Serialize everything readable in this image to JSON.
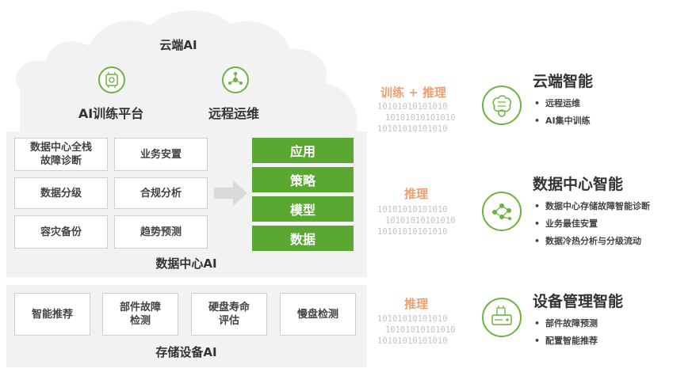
{
  "cloud": {
    "title": "云端AI",
    "items": [
      {
        "label": "AI训练平台",
        "icon": "ai-chip-icon"
      },
      {
        "label": "远程运维",
        "icon": "network-nodes-icon"
      }
    ]
  },
  "datacenter_ai": {
    "title": "数据中心AI",
    "boxes": [
      "数据中心全栈\n故障诊断",
      "业务安置",
      "数据分级",
      "合规分析",
      "容灾备份",
      "趋势预测"
    ],
    "stack": [
      "应用",
      "策略",
      "模型",
      "数据"
    ]
  },
  "storage_ai": {
    "title": "存储设备AI",
    "boxes": [
      "智能推荐",
      "部件故障\n检测",
      "硬盘寿命\n评估",
      "慢盘检测"
    ]
  },
  "middle": {
    "labels": [
      "训练 + 推理",
      "推理",
      "推理"
    ],
    "binary_lines": [
      "10101010101010",
      "10101010101010",
      "10101010101010"
    ]
  },
  "right": [
    {
      "title": "云端智能",
      "icon": "brain-gear-icon",
      "bullets": [
        "远程运维",
        "AI集中训练"
      ]
    },
    {
      "title": "数据中心智能",
      "icon": "network-nodes-icon",
      "bullets": [
        "数据中心存储故障智能诊断",
        "业务最佳安置",
        "数据冷热分析与分级流动"
      ]
    },
    {
      "title": "设备管理智能",
      "icon": "device-chip-icon",
      "bullets": [
        "部件故障预测",
        "配置智能推荐"
      ]
    }
  ],
  "colors": {
    "accent_green": "#5aa832",
    "label_orange": "#f0a070",
    "panel_grey": "#f2f2f2"
  }
}
